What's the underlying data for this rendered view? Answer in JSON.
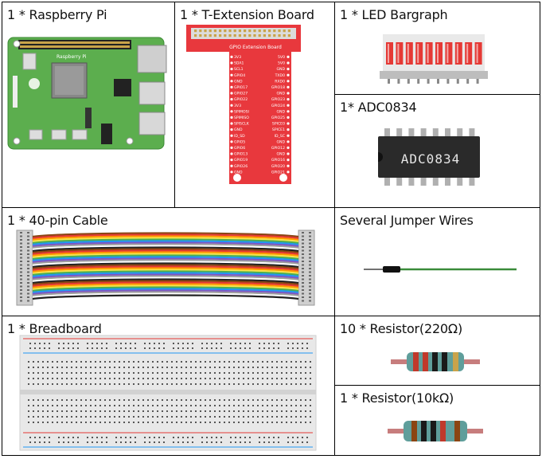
{
  "items": {
    "raspberry_pi": "1 * Raspberry Pi",
    "t_extension": "1 * T-Extension Board",
    "led_bargraph": "1 * LED Bargraph",
    "adc": "1* ADC0834",
    "cable": "1 * 40-pin Cable",
    "jumper": "Several Jumper Wires",
    "breadboard": "1 * Breadboard",
    "resistor_220": "10 * Resistor(220Ω)",
    "resistor_10k": "1 * Resistor(10kΩ)"
  },
  "chip_text": "ADC0834",
  "board_header": "GPIO Extension Board",
  "pi_text": "Raspberry Pi",
  "t_pins_left": [
    "3V3",
    "SDA1",
    "SCL1",
    "GPIO4",
    "GND",
    "GPIO17",
    "GPIO27",
    "GPIO22",
    "3V3",
    "SPIMOSI",
    "SPIMISO",
    "SPISCLK",
    "GND",
    "ID_SD",
    "GPIO5",
    "GPIO6",
    "GPIO13",
    "GPIO19",
    "GPIO26",
    "GND"
  ],
  "t_pins_right": [
    "5V0",
    "5V0",
    "GND",
    "TXD0",
    "RXD0",
    "GPIO18",
    "GND",
    "GPIO23",
    "GPIO24",
    "GND",
    "GPIO25",
    "SPICE0",
    "SPICE1",
    "ID_SC",
    "GND",
    "GPIO12",
    "GND",
    "GPIO16",
    "GPIO20",
    "GPIO21"
  ],
  "colors": {
    "pcb_green": "#5cae4e",
    "board_red": "#e8383d",
    "led_red": "#e53935",
    "wire_green": "#3a8b3a"
  }
}
